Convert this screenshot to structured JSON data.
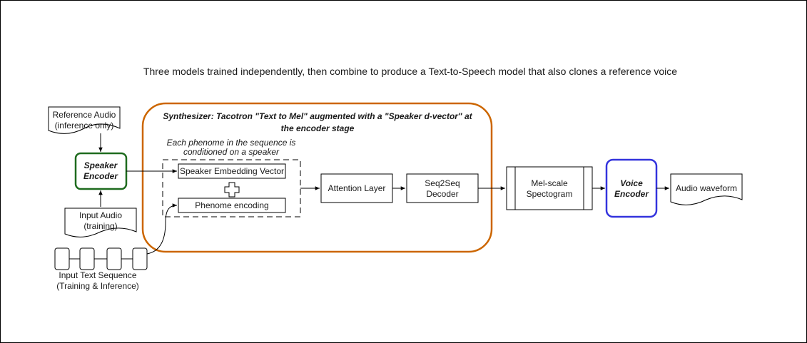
{
  "title": "Three models trained independently, then combine to produce a Text-to-Speech model that also clones a reference voice",
  "synthesizer": {
    "title_line1": "Synthesizer: Tacotron \"Text to Mel\" augmented with a \"Speaker d-vector\" at",
    "title_line2": "the encoder stage",
    "note_line1": "Each phenome in the sequence is",
    "note_line2": "conditioned on a speaker",
    "speaker_embedding": "Speaker Embedding Vector",
    "phenome_encoding": "Phenome encoding",
    "attention": "Attention Layer",
    "decoder_line1": "Seq2Seq",
    "decoder_line2": "Decoder"
  },
  "reference_audio": {
    "line1": "Reference Audio",
    "line2": "(inference only)"
  },
  "speaker_encoder": {
    "line1": "Speaker",
    "line2": "Encoder"
  },
  "input_audio": {
    "line1": "Input Audio",
    "line2": "(training)"
  },
  "input_text": {
    "line1": "Input Text Sequence",
    "line2": "(Training & Inference)"
  },
  "mel": {
    "line1": "Mel-scale",
    "line2": "Spectogram"
  },
  "voice_encoder": {
    "line1": "Voice",
    "line2": "Encoder"
  },
  "audio_waveform": "Audio waveform",
  "colors": {
    "synthesizer_border": "#cc6600",
    "speaker_encoder_border": "#1e6b1e",
    "voice_encoder_border": "#3333dd"
  }
}
